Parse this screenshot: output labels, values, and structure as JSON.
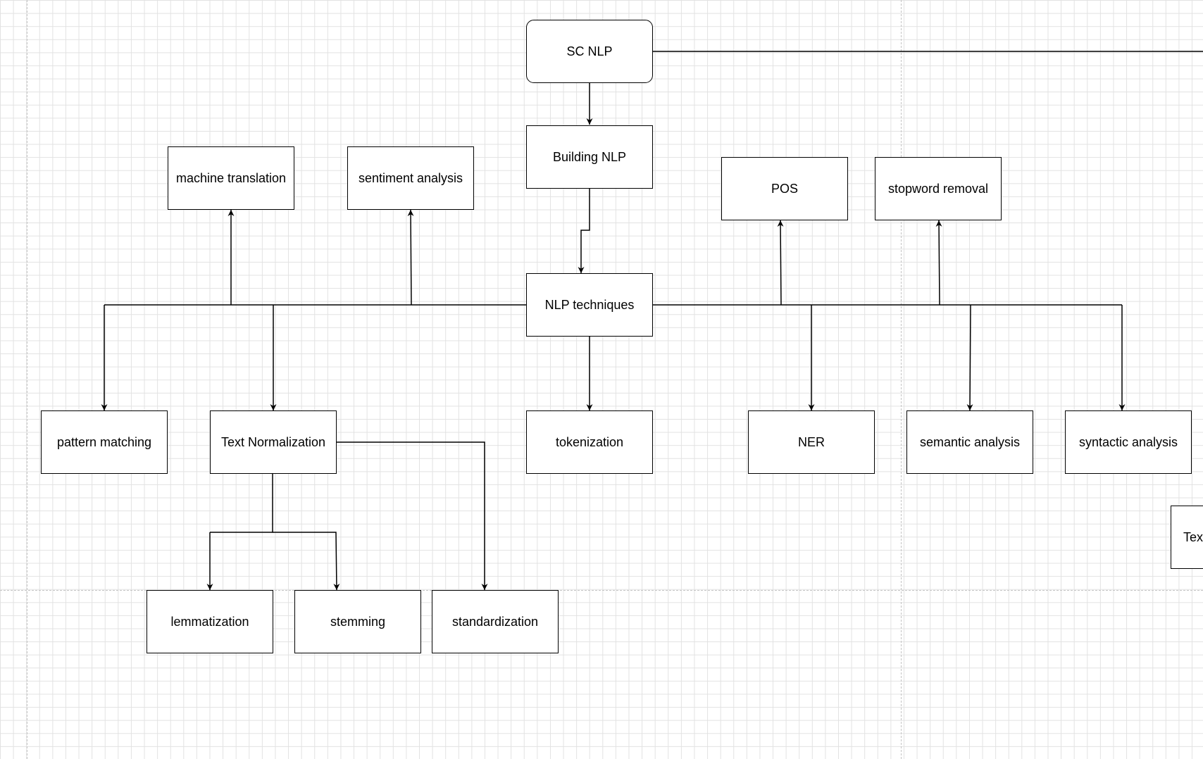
{
  "diagram": {
    "nodes": [
      {
        "id": "sc-nlp",
        "label": "SC NLP"
      },
      {
        "id": "building-nlp",
        "label": "Building NLP"
      },
      {
        "id": "nlp-techniques",
        "label": "NLP techniques"
      },
      {
        "id": "machine-translation",
        "label": "machine translation"
      },
      {
        "id": "sentiment-analysis",
        "label": "sentiment analysis"
      },
      {
        "id": "pos",
        "label": "POS"
      },
      {
        "id": "stopword-removal",
        "label": "stopword removal"
      },
      {
        "id": "pattern-matching",
        "label": "pattern matching"
      },
      {
        "id": "text-normalization",
        "label": "Text Normalization"
      },
      {
        "id": "tokenization",
        "label": "tokenization"
      },
      {
        "id": "ner",
        "label": "NER"
      },
      {
        "id": "semantic-analysis",
        "label": "semantic analysis"
      },
      {
        "id": "syntactic-analysis",
        "label": "syntactic analysis"
      },
      {
        "id": "lemmatization",
        "label": "lemmatization"
      },
      {
        "id": "stemming",
        "label": "stemming"
      },
      {
        "id": "standardization",
        "label": "standardization"
      },
      {
        "id": "text-clipped",
        "label": "Tex"
      }
    ],
    "edges": [
      {
        "from": "sc-nlp",
        "to": "building-nlp"
      },
      {
        "from": "building-nlp",
        "to": "nlp-techniques"
      },
      {
        "from": "nlp-techniques",
        "to": "machine-translation"
      },
      {
        "from": "nlp-techniques",
        "to": "sentiment-analysis"
      },
      {
        "from": "nlp-techniques",
        "to": "pos"
      },
      {
        "from": "nlp-techniques",
        "to": "stopword-removal"
      },
      {
        "from": "nlp-techniques",
        "to": "pattern-matching"
      },
      {
        "from": "nlp-techniques",
        "to": "text-normalization"
      },
      {
        "from": "nlp-techniques",
        "to": "tokenization"
      },
      {
        "from": "nlp-techniques",
        "to": "ner"
      },
      {
        "from": "nlp-techniques",
        "to": "semantic-analysis"
      },
      {
        "from": "nlp-techniques",
        "to": "syntactic-analysis"
      },
      {
        "from": "text-normalization",
        "to": "lemmatization"
      },
      {
        "from": "text-normalization",
        "to": "stemming"
      },
      {
        "from": "text-normalization",
        "to": "standardization"
      }
    ]
  }
}
